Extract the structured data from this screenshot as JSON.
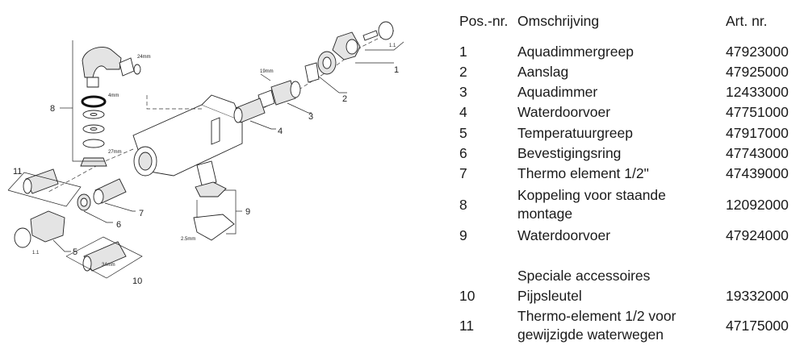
{
  "table": {
    "headers": {
      "pos": "Pos.-nr.",
      "desc": "Omschrijving",
      "art": "Art. nr."
    },
    "rows": [
      {
        "pos": "1",
        "desc": "Aquadimmergreep",
        "art": "47923000"
      },
      {
        "pos": "2",
        "desc": "Aanslag",
        "art": "47925000"
      },
      {
        "pos": "3",
        "desc": "Aquadimmer",
        "art": "12433000"
      },
      {
        "pos": "4",
        "desc": "Waterdoorvoer",
        "art": "47751000"
      },
      {
        "pos": "5",
        "desc": "Temperatuurgreep",
        "art": "47917000"
      },
      {
        "pos": "6",
        "desc": "Bevestigingsring",
        "art": "47743000"
      },
      {
        "pos": "7",
        "desc": "Thermo element 1/2\"",
        "art": "47439000"
      },
      {
        "pos": "8",
        "desc_line1": "Koppeling voor staande",
        "desc_line2": "montage",
        "art": "12092000"
      },
      {
        "pos": "9",
        "desc": "Waterdoorvoer",
        "art": "47924000"
      }
    ],
    "special_heading": "Speciale accessoires",
    "special_rows": [
      {
        "pos": "10",
        "desc": "Pijpsleutel",
        "art": "19332000"
      },
      {
        "pos": "11",
        "desc_line1": "Thermo-element 1/2 voor",
        "desc_line2": "gewijzigde waterwegen",
        "art": "47175000"
      }
    ]
  },
  "diagram": {
    "callouts": [
      "1",
      "2",
      "3",
      "4",
      "5",
      "6",
      "7",
      "8",
      "9",
      "10",
      "11"
    ],
    "dimensions": {
      "d1": "24mm",
      "d2": "19mm",
      "d3": "4mm",
      "d4": "27mm",
      "d5": "1.1",
      "d6": "1.1",
      "d7": "34mm",
      "d8": "2.5mm"
    }
  }
}
